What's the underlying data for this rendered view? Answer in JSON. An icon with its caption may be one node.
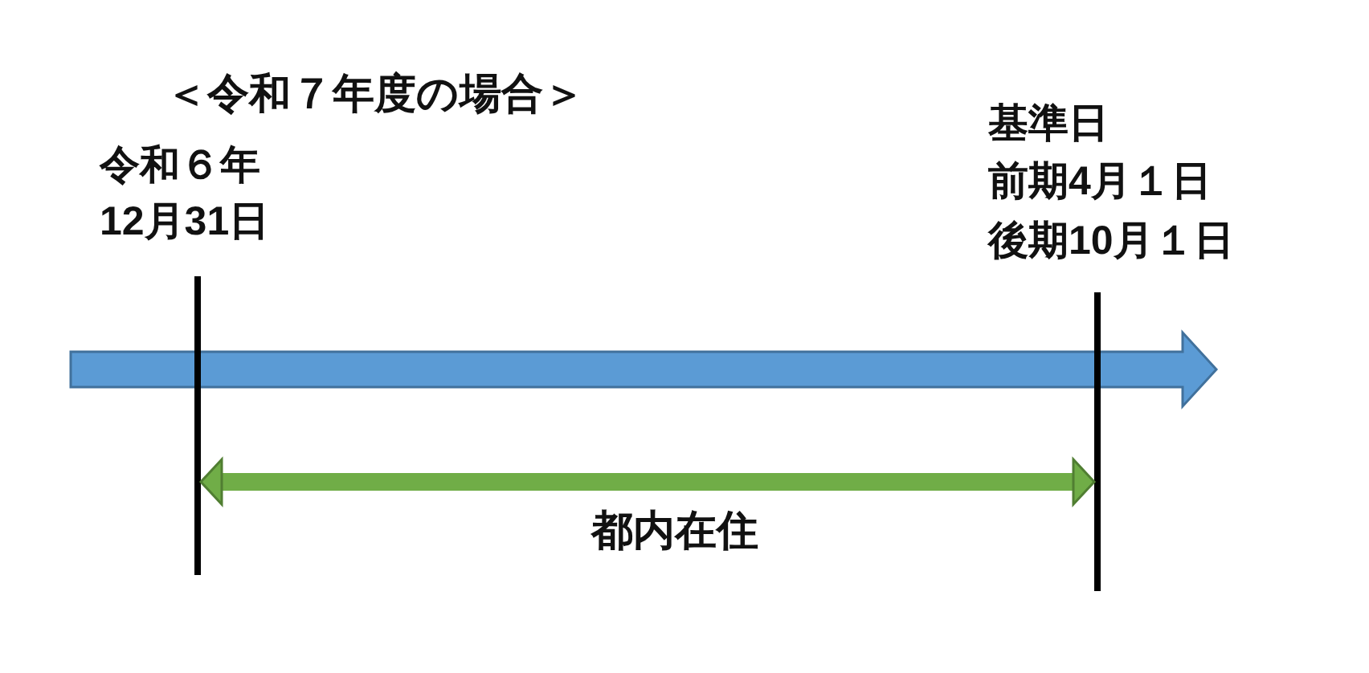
{
  "diagram": {
    "title": "＜令和７年度の場合＞",
    "nodes": [
      {
        "text": [],
        "shape": "bar",
        "beside": [
          "令和６年12月31日"
        ]
      },
      {
        "text": [],
        "shape": "bar",
        "beside": [
          "基準日",
          "前期4月１日",
          "後期10月１日"
        ]
      }
    ],
    "edges": [
      {
        "from": 0,
        "to": 1,
        "arrow": "both",
        "label": "都内在住",
        "color": "#70ad47"
      }
    ]
  }
}
